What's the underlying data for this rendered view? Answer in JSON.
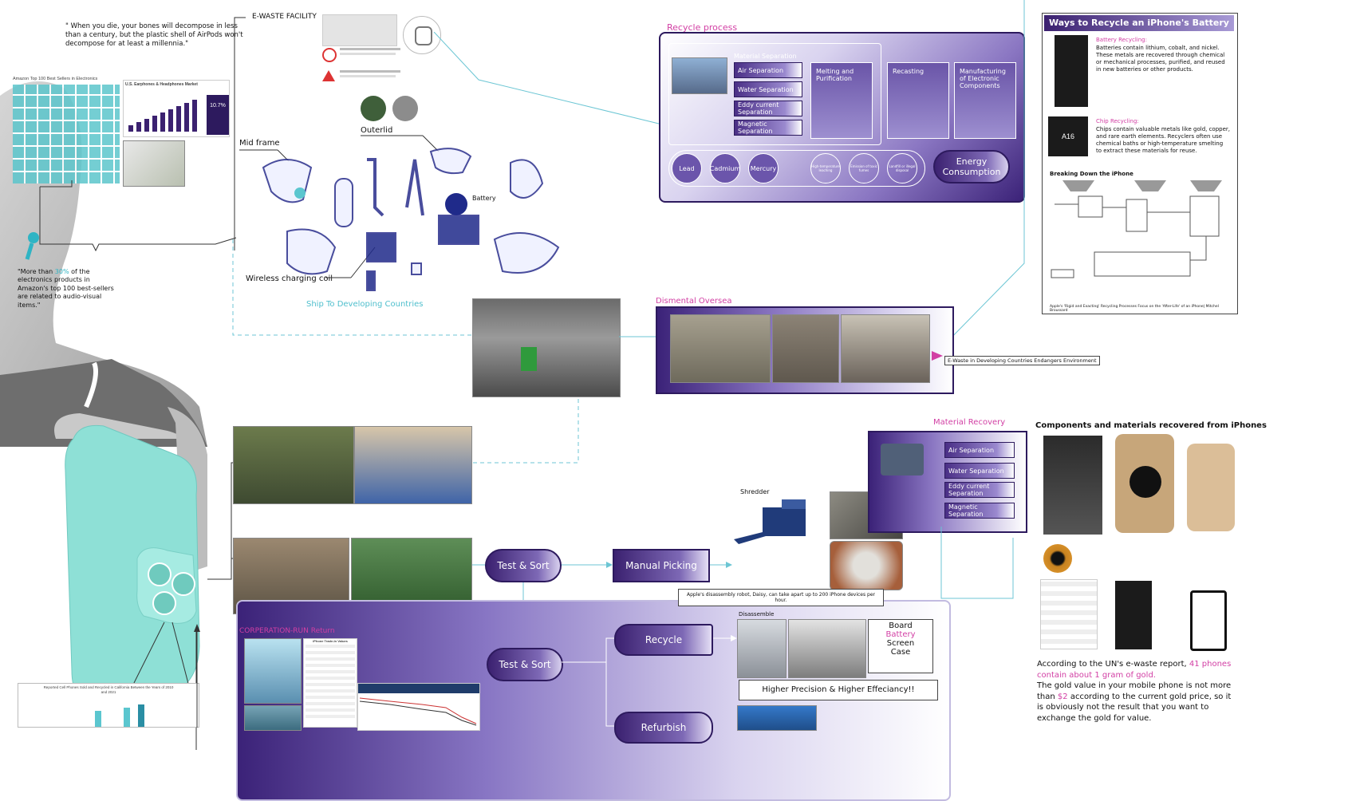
{
  "quote": "\" When you die, your bones will decompose in less than a century, but the plastic shell of AirPods won't decompose for at least a millennia.\"",
  "ewaste_facility": "E-WASTE FACILITY",
  "amazon_title": "Amazon Top 100 Best Sellers in Electronics",
  "market_title": "U.S. Earphones & Headphones Market",
  "market_pct": "10.7%",
  "more_than_stat": {
    "prefix": "\"More than ",
    "highlight": "30%",
    "suffix": " of the electronics products in Amazon's top 100 best-sellers are related to audio-visual items.\""
  },
  "parts": {
    "mid_frame": "Mid frame",
    "outerlid": "Outerlid",
    "battery": "Battery",
    "wireless": "Wireless charging coil"
  },
  "ship_label": "Ship To Developing Countries",
  "recycle_process": {
    "title": "Recycle process",
    "material_separation": "Material Separation",
    "seps": [
      "Air Separation",
      "Water Separation",
      "Eddy current Separation",
      "Magnetic Separation"
    ],
    "cols": [
      "Melting and Purification",
      "Recasting",
      "Manufacturing of Electronic Components"
    ],
    "circles": [
      "Lead",
      "Cadmium",
      "Mercury"
    ],
    "small_circles": [
      "High-temperature leaching",
      "Emission of toxic fumes",
      "Landfill or illegal disposal"
    ],
    "energy": "Energy Consumption"
  },
  "ways": {
    "title": "Ways to Recycle an iPhone's Battery",
    "battery_title": "Battery Recycling:",
    "battery_text": "Batteries contain lithium, cobalt, and nickel. These metals are recovered through chemical or mechanical processes, purified, and reused in new batteries or other products.",
    "chip_title": "Chip Recycling:",
    "chip_text": "Chips contain valuable metals like gold, copper, and rare earth elements. Recyclers often use chemical baths or high-temperature smelting to extract these materials for reuse.",
    "chip_label": "A16",
    "breaking_down": "Breaking Down the iPhone",
    "footer": "Apple's 'Rigid and Exacting' Recycling Processes Focus on the 'After-Life' of an iPhone| Mitchel Broussard"
  },
  "dismantle": {
    "title": "Dismental Oversea",
    "callout": "E-Waste in Developing Countries Endangers Environment"
  },
  "material_recovery": {
    "title": "Material Recovery",
    "seps": [
      "Air Separation",
      "Water Separation",
      "Eddy current Separation",
      "Magnetic Separation"
    ]
  },
  "components_title": "Components and materials recovered from iPhones",
  "gold_text": {
    "p1a": "According to the UN's e-waste report, ",
    "p1b": "41 phones contain about 1 gram of gold.",
    "p2a": "The gold value in your mobile phone is not more than ",
    "p2b": "$2",
    "p2c": " according to the current gold price, so it is obviously not the result that you want to exchange the gold for value."
  },
  "shredder": "Shredder",
  "test_sort": "Test & Sort",
  "manual_picking": "Manual Picking",
  "daisy_note": "Apple's disassembly robot, Daisy, can take apart up to 200 iPhone devices per hour.",
  "corp_return": "CORPERATION-RUN Return",
  "test_sort_2": "Test & Sort",
  "recycle_btn": "Recycle",
  "refurbish_btn": "Refurbish",
  "disassemble": "Disassemble",
  "board_list": [
    "Board",
    "Battery",
    "Screen",
    "Case"
  ],
  "higher_precision": "Higher Precision & Higher Effeciancy!!",
  "trade_title": "iPhone Trade-In Values",
  "chart_title": "Reported Cell Phones Sold and Recycled in California Between the Years of 2010 and 2021",
  "colors": {
    "accent_purple": "#3b2170",
    "pink": "#d23fa4",
    "teal": "#5bc6cf",
    "cyan_line": "#6cc6d4"
  }
}
